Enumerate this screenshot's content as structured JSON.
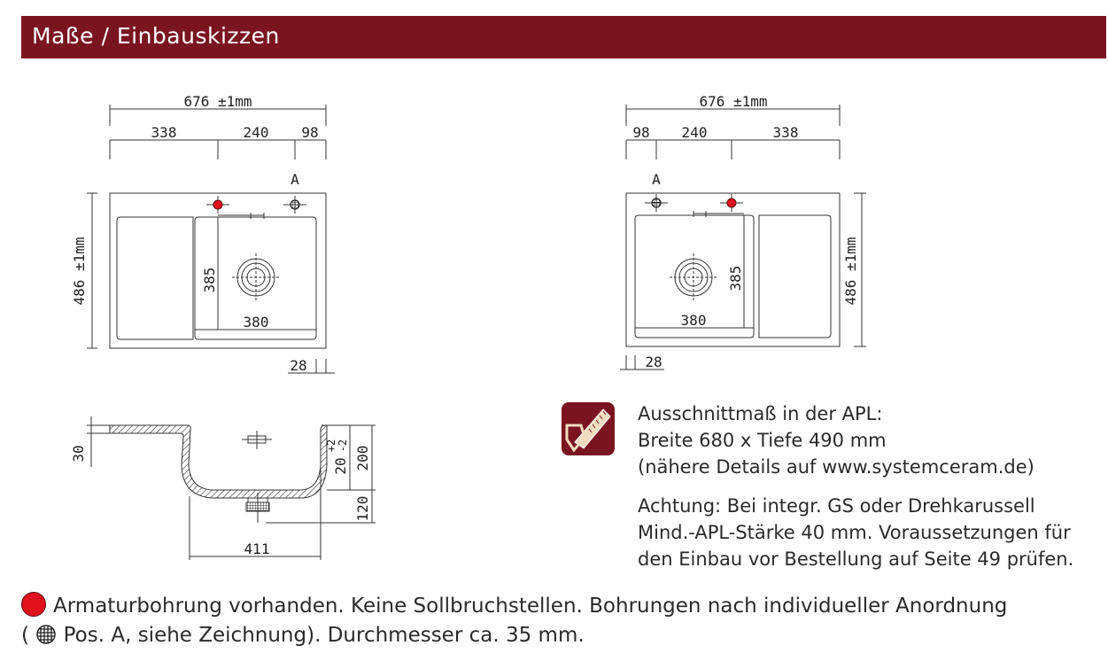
{
  "header": {
    "title": "Maße / Einbauskizzen"
  },
  "left_top": {
    "overall_width": "676 ±1mm",
    "seg1": "338",
    "seg2": "240",
    "seg3": "98",
    "marker": "A",
    "height": "486 ±1mm",
    "bowl_h": "385",
    "bowl_w": "380",
    "rim": "28"
  },
  "right_top": {
    "overall_width": "676 ±1mm",
    "seg1": "98",
    "seg2": "240",
    "seg3": "338",
    "marker": "A",
    "height": "486 ±1mm",
    "bowl_h": "385",
    "bowl_w": "380",
    "rim": "28"
  },
  "section": {
    "depth_rim": "30",
    "tol_main": "20",
    "tol_plus": "+2",
    "tol_minus": "-2",
    "depth": "200",
    "drain": "120",
    "width": "411"
  },
  "info": {
    "line1": "Ausschnittmaß in der APL:",
    "line2": "Breite 680 x Tiefe 490 mm",
    "line3": "(nähere Details auf www.systemceram.de)",
    "warn1": "Achtung: Bei integr. GS oder Drehkarussell",
    "warn2": "Mind.-APL-Stärke 40 mm. Voraussetzungen für",
    "warn3": "den Einbau vor Bestellung auf Seite 49 prüfen."
  },
  "legend": {
    "line1": "Armaturbohrung vorhanden. Keine Sollbruchstellen. Bohrungen nach individueller Anordnung",
    "line2_open": "(",
    "line2": "Pos. A, siehe Zeichnung). Durchmesser ca. 35 mm."
  },
  "colors": {
    "header_bg": "#7a1420",
    "hole_red": "#e0101c",
    "saw_icon_bg": "#7a1420"
  },
  "icons": [
    "saw-icon",
    "tap-hole-red-icon",
    "tap-hole-hatched-icon"
  ]
}
